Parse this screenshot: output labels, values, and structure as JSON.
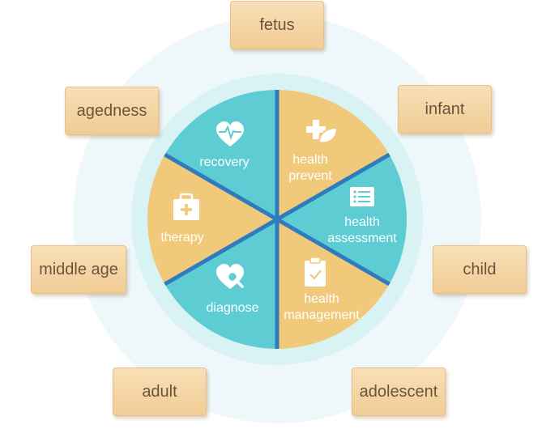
{
  "colors": {
    "outer_ring": "#eef8fa",
    "inner_ring": "#d9f2f4",
    "teal": "#5ecdd3",
    "yellow": "#f0c97a",
    "divider": "#2e7bbd",
    "box_text": "#6a543c"
  },
  "wheel": {
    "segments": [
      {
        "key": "recovery",
        "color": "teal",
        "icon": "heart-pulse-icon",
        "lines": [
          "recovery"
        ]
      },
      {
        "key": "health-prevent",
        "color": "yellow",
        "icon": "leaf-cross-icon",
        "lines": [
          "health",
          "prevent"
        ]
      },
      {
        "key": "health-assessment",
        "color": "teal",
        "icon": "list-icon",
        "lines": [
          "health",
          "assessment"
        ]
      },
      {
        "key": "health-management",
        "color": "yellow",
        "icon": "clipboard-check-icon",
        "lines": [
          "health",
          "management"
        ]
      },
      {
        "key": "diagnose",
        "color": "teal",
        "icon": "heart-search-icon",
        "lines": [
          "diagnose"
        ]
      },
      {
        "key": "therapy",
        "color": "yellow",
        "icon": "medical-kit-icon",
        "lines": [
          "therapy"
        ]
      }
    ]
  },
  "stages": {
    "fetus": "fetus",
    "infant": "infant",
    "child": "child",
    "adolescent": "adolescent",
    "adult": "adult",
    "middle_age": "middle age",
    "agedness": "agedness"
  }
}
